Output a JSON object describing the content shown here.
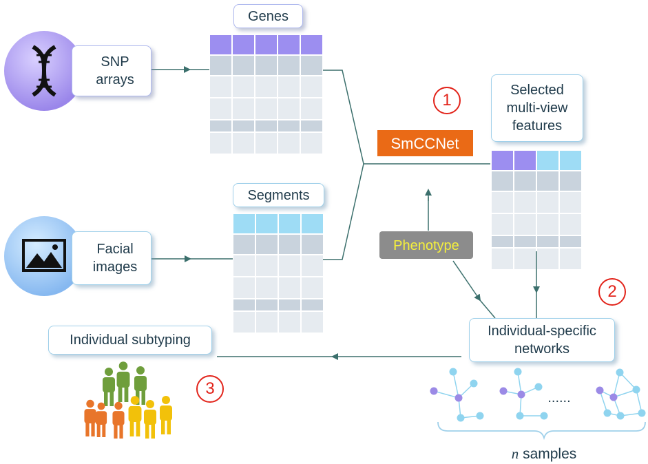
{
  "colors": {
    "purple": "#9c8ef0",
    "cyan": "#9edcf5",
    "grid_dark": "#c9d3dd",
    "grid_light": "#e6ebf0",
    "arrow": "#3b6f6c",
    "smccnet": "#ea6a16",
    "phenotype_bg": "#8c8c8c",
    "phenotype_text": "#f5f03c",
    "marker": "#e2231a",
    "green_people": "#6f9e3c",
    "orange_people": "#e8752a",
    "yellow_people": "#f2c10a",
    "node_purple": "#9b8ae6",
    "node_cyan": "#8fd4ef"
  },
  "inputs": {
    "snp": {
      "label": "SNP\narrays",
      "icon": "dna-icon"
    },
    "facial": {
      "label": "Facial\nimages",
      "icon": "image-icon"
    }
  },
  "tables": {
    "genes": {
      "title": "Genes"
    },
    "segments": {
      "title": "Segments"
    },
    "selected": {
      "title": "Selected\nmulti-view\nfeatures"
    }
  },
  "method": {
    "label": "SmCCNet"
  },
  "phenotype": {
    "label": "Phenotype"
  },
  "networks": {
    "label": "Individual-specific\nnetworks",
    "ellipsis": "......",
    "samples_var": "n",
    "samples_text": " samples"
  },
  "subtyping": {
    "label": "Individual subtyping"
  },
  "steps": [
    "1",
    "2",
    "3"
  ]
}
